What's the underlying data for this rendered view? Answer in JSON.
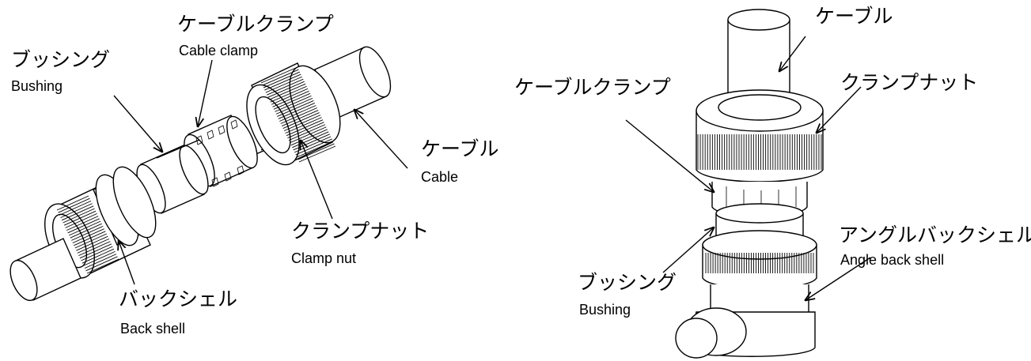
{
  "left_assembly": {
    "cable_clamp": {
      "ja": "ケーブルクランプ",
      "en": "Cable clamp"
    },
    "bushing": {
      "ja": "ブッシング",
      "en": "Bushing"
    },
    "cable": {
      "ja": "ケーブル",
      "en": "Cable"
    },
    "clamp_nut": {
      "ja": "クランプナット",
      "en": "Clamp nut"
    },
    "back_shell": {
      "ja": "バックシェル",
      "en": "Back shell"
    }
  },
  "right_assembly": {
    "cable": {
      "ja": "ケーブル"
    },
    "cable_clamp": {
      "ja": "ケーブルクランプ"
    },
    "clamp_nut": {
      "ja": "クランプナット"
    },
    "angle_back_shell": {
      "ja": "アングルバックシェル",
      "en": "Angle back shell"
    },
    "bushing": {
      "ja": "ブッシング",
      "en": "Bushing"
    }
  }
}
